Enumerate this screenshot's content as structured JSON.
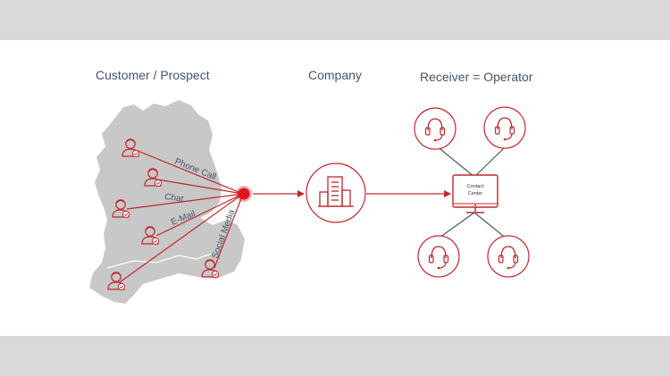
{
  "headings": {
    "customer": "Customer / Prospect",
    "company": "Company",
    "receiver": "Receiver = Operator"
  },
  "channels": {
    "phone": "Phone Call",
    "chat": "Chat",
    "email": "E-Mail",
    "social": "Social Media"
  },
  "contact_center": {
    "line1": "Contact",
    "line2": "Center"
  },
  "colors": {
    "accent": "#c0272d",
    "hub": "#e0141a",
    "map": "#c8c8c8",
    "connector": "#44546a",
    "heading_text": "#44546a"
  }
}
